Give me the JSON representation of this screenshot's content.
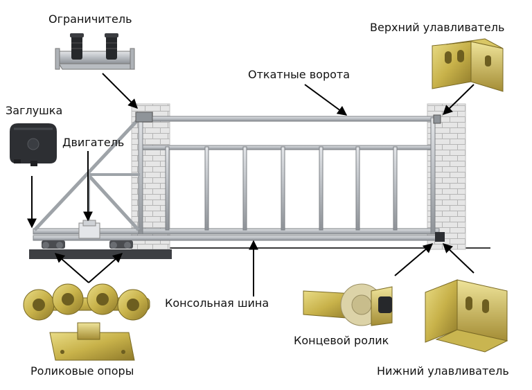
{
  "labels": {
    "limiter": "Ограничитель",
    "upper_catcher": "Верхний улавливатель",
    "sliding_gate": "Откатные ворота",
    "plug": "Заглушка",
    "motor": "Двигатель",
    "console_rail": "Консольная шина",
    "end_roller": "Концевой ролик",
    "roller_supports": "Роликовые опоры",
    "lower_catcher": "Нижний улавливатель"
  },
  "colors": {
    "metal_steel": "#b9bdc2",
    "metal_zinc": "#c8b24a",
    "brick": "#d6d6d6",
    "rubber": "#2d2f33",
    "arrow": "#000000"
  }
}
